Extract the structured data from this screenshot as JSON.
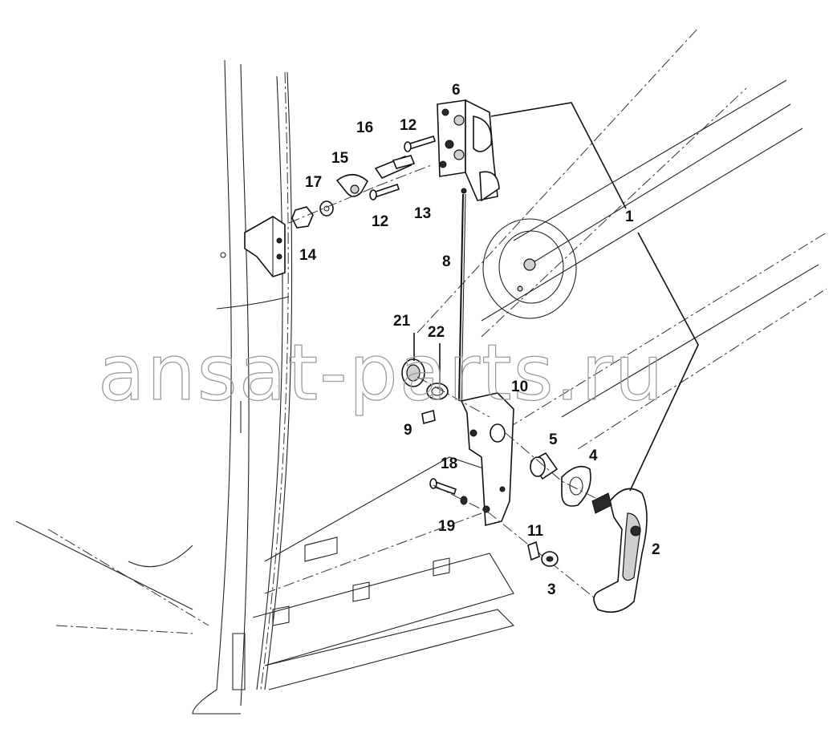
{
  "watermark": "ansat-parts.ru",
  "callouts": {
    "c1": "1",
    "c2": "2",
    "c3": "3",
    "c4": "4",
    "c5": "5",
    "c6": "6",
    "c8": "8",
    "c9": "9",
    "c10": "10",
    "c11": "11",
    "c12a": "12",
    "c12b": "12",
    "c13": "13",
    "c14": "14",
    "c15": "15",
    "c16": "16",
    "c17": "17",
    "c18": "18",
    "c19": "19",
    "c21": "21",
    "c22": "22"
  }
}
